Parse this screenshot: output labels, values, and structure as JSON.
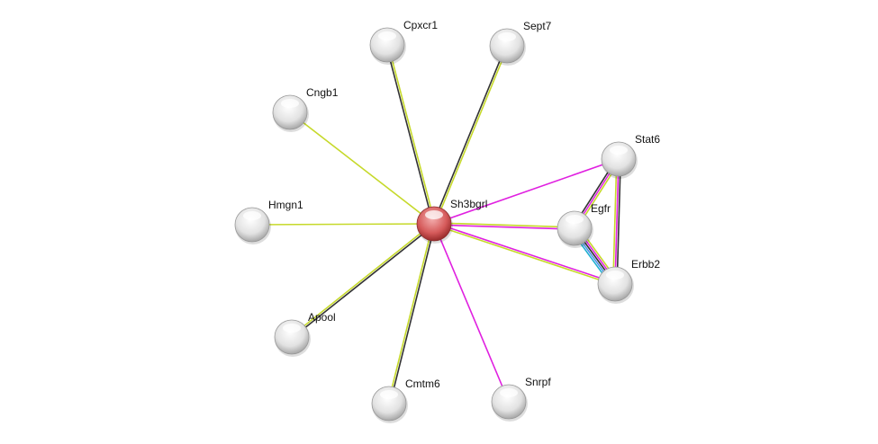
{
  "network": {
    "center": "Sh3bgrl",
    "nodes": [
      {
        "id": "Sh3bgrl",
        "query": true
      },
      {
        "id": "Cpxcr1"
      },
      {
        "id": "Sept7"
      },
      {
        "id": "Cngb1"
      },
      {
        "id": "Hmgn1"
      },
      {
        "id": "Apool"
      },
      {
        "id": "Cmtm6"
      },
      {
        "id": "Snrpf"
      },
      {
        "id": "Stat6"
      },
      {
        "id": "Egfr"
      },
      {
        "id": "Erbb2"
      }
    ],
    "edges": [
      {
        "source": "Sh3bgrl",
        "target": "Cpxcr1",
        "evidence": [
          "coexpression",
          "textmining"
        ]
      },
      {
        "source": "Sh3bgrl",
        "target": "Sept7",
        "evidence": [
          "coexpression",
          "textmining"
        ]
      },
      {
        "source": "Sh3bgrl",
        "target": "Cngb1",
        "evidence": [
          "textmining"
        ]
      },
      {
        "source": "Sh3bgrl",
        "target": "Hmgn1",
        "evidence": [
          "textmining"
        ]
      },
      {
        "source": "Sh3bgrl",
        "target": "Apool",
        "evidence": [
          "coexpression",
          "textmining"
        ]
      },
      {
        "source": "Sh3bgrl",
        "target": "Cmtm6",
        "evidence": [
          "coexpression",
          "textmining"
        ]
      },
      {
        "source": "Sh3bgrl",
        "target": "Snrpf",
        "evidence": [
          "experiments"
        ]
      },
      {
        "source": "Sh3bgrl",
        "target": "Stat6",
        "evidence": [
          "experiments"
        ]
      },
      {
        "source": "Sh3bgrl",
        "target": "Egfr",
        "evidence": [
          "textmining",
          "experiments"
        ]
      },
      {
        "source": "Sh3bgrl",
        "target": "Erbb2",
        "evidence": [
          "experiments",
          "textmining"
        ]
      },
      {
        "source": "Egfr",
        "target": "Stat6",
        "evidence": [
          "coexpression",
          "experiments",
          "textmining"
        ]
      },
      {
        "source": "Stat6",
        "target": "Erbb2",
        "evidence": [
          "coexpression",
          "experiments",
          "textmining"
        ]
      },
      {
        "source": "Egfr",
        "target": "Erbb2",
        "evidence": [
          "textmining",
          "experiments",
          "coexpression",
          "databases",
          "cooccurrence"
        ]
      }
    ],
    "evidence_colors": {
      "coexpression": "#333333",
      "textmining": "#c6d92a",
      "experiments": "#e020e0",
      "databases": "#4f8fe8",
      "cooccurrence": "#20b0d0"
    },
    "node_color": "#e0e0e0",
    "query_color": "#d05050"
  }
}
